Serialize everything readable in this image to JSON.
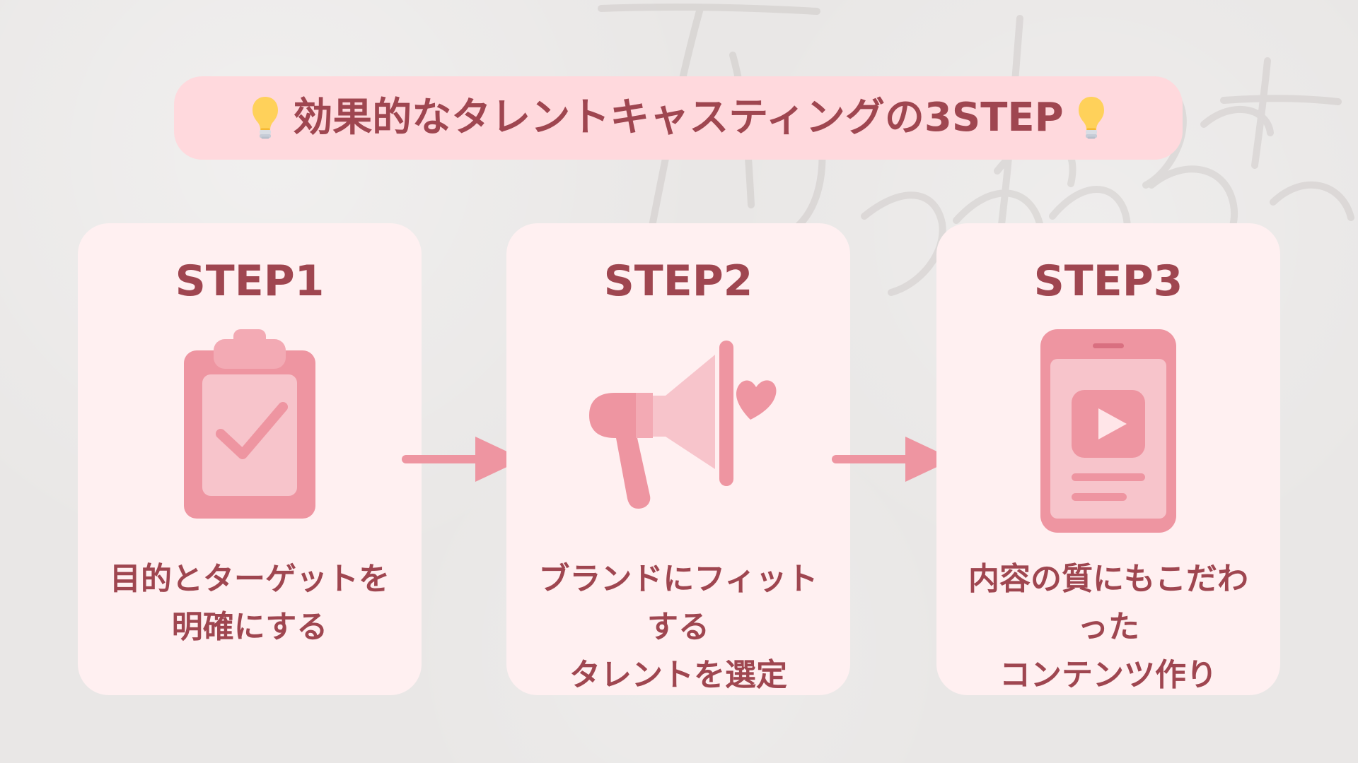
{
  "title": "効果的なタレントキャスティングの3STEP",
  "steps": [
    {
      "title": "STEP1",
      "desc_line1": "目的とターゲットを",
      "desc_line2": "明確にする",
      "icon": "clipboard-check-icon"
    },
    {
      "title": "STEP2",
      "desc_line1": "ブランドにフィットする",
      "desc_line2": "タレントを選定",
      "icon": "megaphone-heart-icon"
    },
    {
      "title": "STEP3",
      "desc_line1": "内容の質にもこだわった",
      "desc_line2": "コンテンツ作り",
      "icon": "smartphone-play-icon"
    }
  ],
  "colors": {
    "background": "#e9e7e6",
    "title_pill": "#ffd9dd",
    "card": "#fff0f1",
    "text": "#9f4650",
    "icon_main": "#ee95a1",
    "icon_light": "#f7c4cb",
    "icon_dark": "#d96f80",
    "bulb": "#ffd15a"
  }
}
